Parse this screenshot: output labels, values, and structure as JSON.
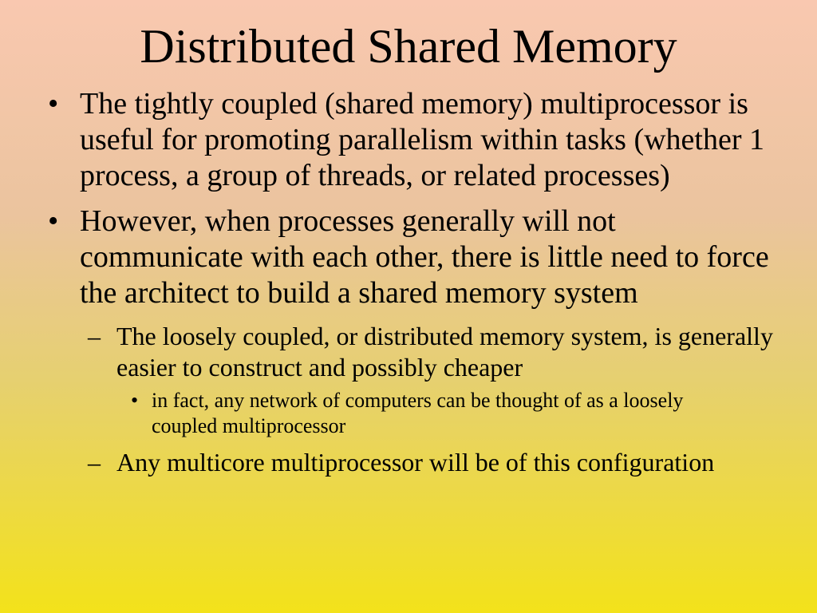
{
  "slide": {
    "title": "Distributed Shared Memory",
    "bullets": [
      {
        "marker": "•",
        "text": "The tightly coupled (shared memory) multiprocessor is useful for promoting parallelism within tasks (whether 1 process, a group of threads, or related processes)"
      },
      {
        "marker": "•",
        "text": "However, when processes generally will not communicate with each other, there is little need to force the architect to build a shared memory system"
      },
      {
        "marker": "–",
        "text": "The loosely coupled, or distributed memory system, is generally easier to construct and possibly cheaper"
      },
      {
        "marker": "•",
        "text": "in fact, any network of computers can be thought of as a loosely coupled multiprocessor"
      },
      {
        "marker": "–",
        "text": "Any multicore multiprocessor will be of this configuration"
      }
    ]
  }
}
